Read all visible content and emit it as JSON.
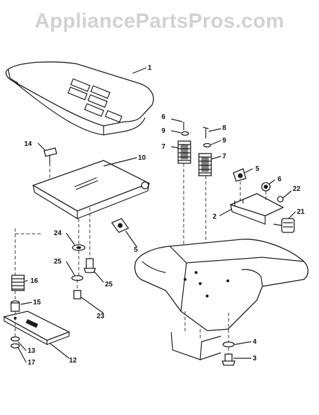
{
  "watermark": "AppliancePartsPros.com",
  "callouts": [
    {
      "id": "c1",
      "text": "1"
    },
    {
      "id": "c6a",
      "text": "6"
    },
    {
      "id": "c9a",
      "text": "9"
    },
    {
      "id": "c7a",
      "text": "7"
    },
    {
      "id": "c8",
      "text": "8"
    },
    {
      "id": "c9b",
      "text": "9"
    },
    {
      "id": "c7b",
      "text": "7"
    },
    {
      "id": "c14",
      "text": "14"
    },
    {
      "id": "c10",
      "text": "10"
    },
    {
      "id": "c5a",
      "text": "5"
    },
    {
      "id": "c6b",
      "text": "6"
    },
    {
      "id": "c22",
      "text": "22"
    },
    {
      "id": "c2",
      "text": "2"
    },
    {
      "id": "c21",
      "text": "21"
    },
    {
      "id": "c24",
      "text": "24"
    },
    {
      "id": "c5b",
      "text": "5"
    },
    {
      "id": "c25a",
      "text": "25"
    },
    {
      "id": "c25b",
      "text": "25"
    },
    {
      "id": "c16",
      "text": "16"
    },
    {
      "id": "c15",
      "text": "15"
    },
    {
      "id": "c23",
      "text": "23"
    },
    {
      "id": "c13",
      "text": "13"
    },
    {
      "id": "c17",
      "text": "17"
    },
    {
      "id": "c12",
      "text": "12"
    },
    {
      "id": "c4",
      "text": "4"
    },
    {
      "id": "c3",
      "text": "3"
    }
  ]
}
